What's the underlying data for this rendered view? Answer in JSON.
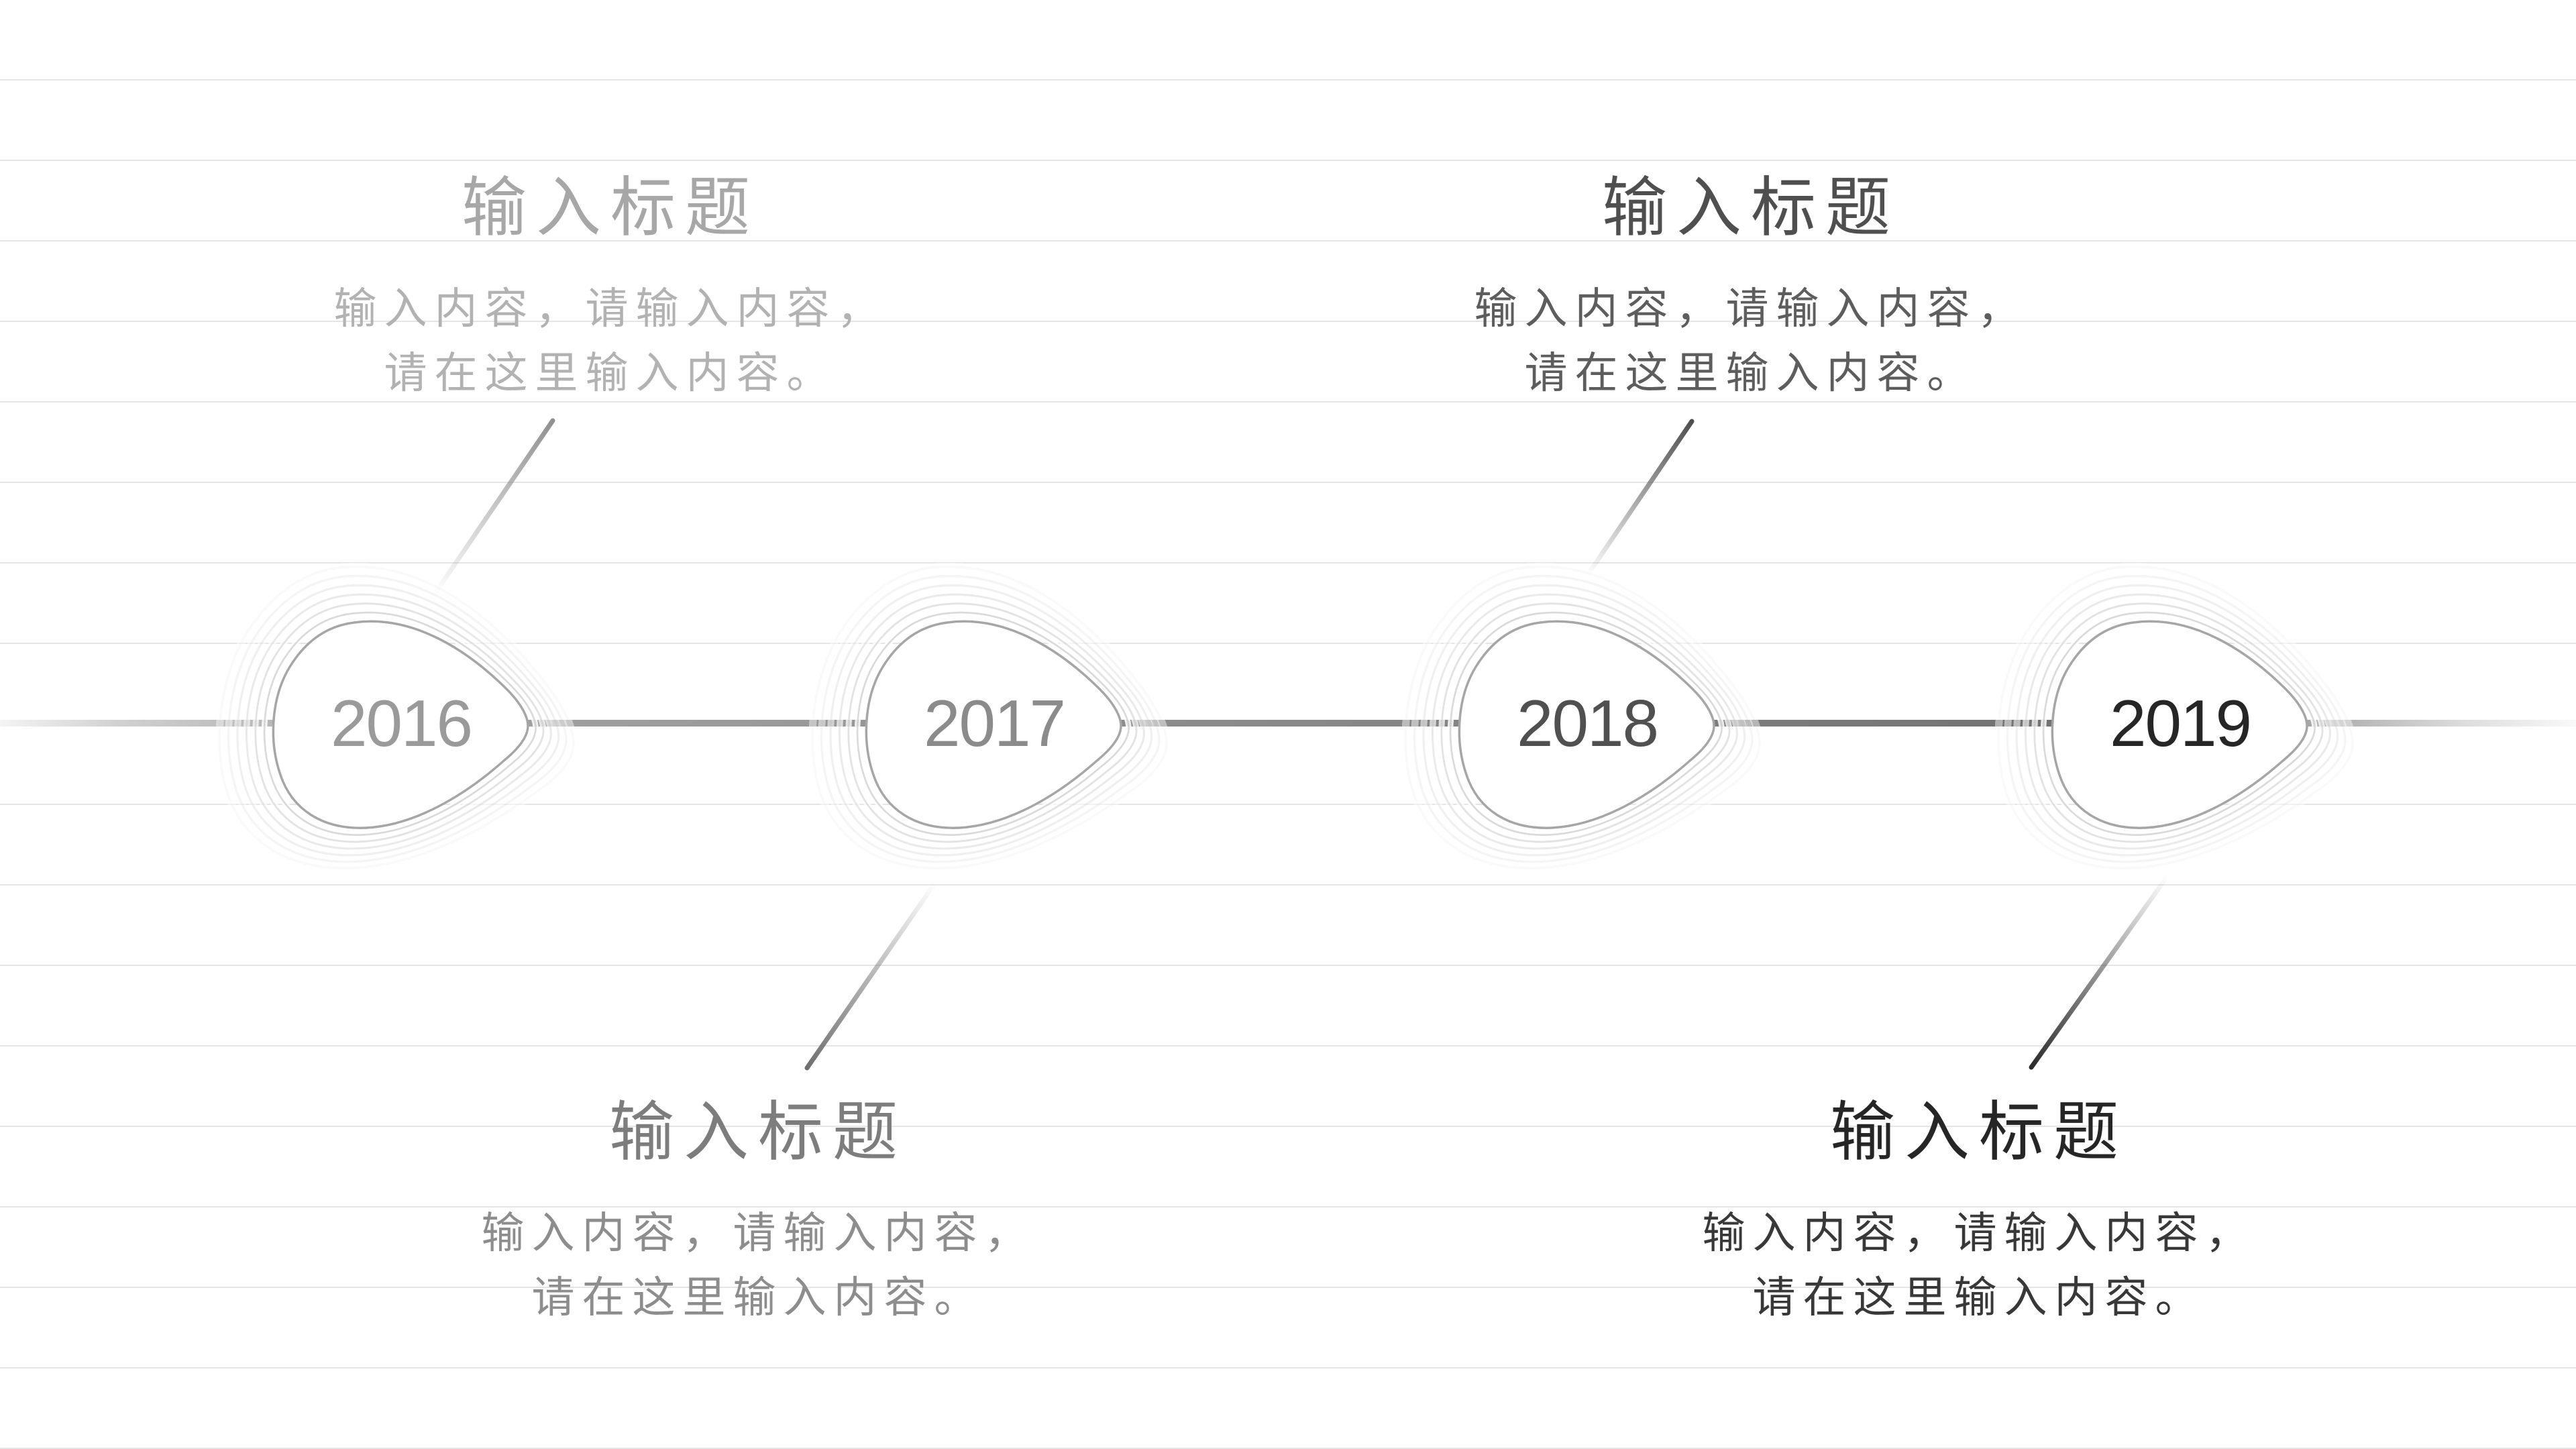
{
  "canvas": {
    "background": "#ffffff",
    "gridline_color": "#e5e5e5",
    "timeline_bar_colors": {
      "left_fade_start": "#f4f4f4",
      "segment_2016_2017": "#999999",
      "segment_2017_2018": "#888888",
      "segment_2018_2019": "#777777",
      "right_restart": "#a8a8a8",
      "right_fade_end": "#f9f9f9"
    },
    "node_outline_color": "#a6a6a6",
    "node_fill_color": "#ffffff"
  },
  "timeline": {
    "events": [
      {
        "year": "2016",
        "year_color": "#9a9a9a",
        "text_position": "above",
        "title": "输入标题",
        "title_color": "#a7a7a7",
        "body_line1": "输入内容，请输入内容，",
        "body_line2": "请在这里输入内容。",
        "body_color": "#b2b2b2",
        "connector_color": "#909090"
      },
      {
        "year": "2017",
        "year_color": "#8b8b8b",
        "text_position": "below",
        "title": "输入标题",
        "title_color": "#7d7d7d",
        "body_line1": "输入内容，请输入内容，",
        "body_line2": "请在这里输入内容。",
        "body_color": "#8d8d8d",
        "connector_color": "#6f6f6f"
      },
      {
        "year": "2018",
        "year_color": "#505050",
        "text_position": "above",
        "title": "输入标题",
        "title_color": "#4f4f4f",
        "body_line1": "输入内容，请输入内容，",
        "body_line2": "请在这里输入内容。",
        "body_color": "#5d5d5d",
        "connector_color": "#4d4d4d"
      },
      {
        "year": "2019",
        "year_color": "#262626",
        "text_position": "below",
        "title": "输入标题",
        "title_color": "#262626",
        "body_line1": "输入内容，请输入内容，",
        "body_line2": "请在这里输入内容。",
        "body_color": "#383838",
        "connector_color": "#2b2b2b"
      }
    ]
  }
}
